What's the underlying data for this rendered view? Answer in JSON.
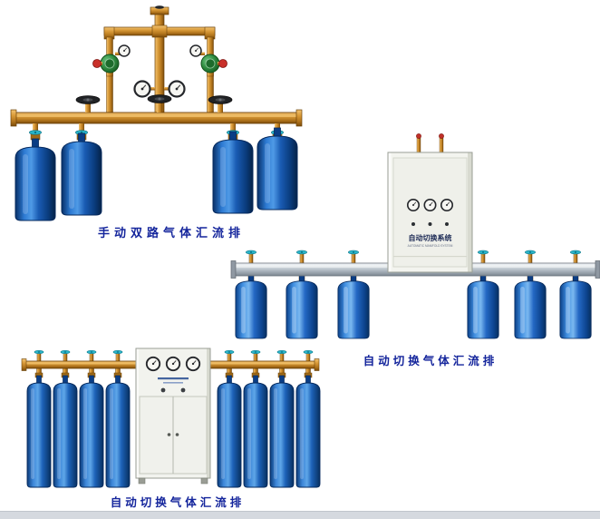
{
  "page": {
    "background_color": "#ffffff",
    "bottom_strip_color": "#d5d9df"
  },
  "products": [
    {
      "id": "manual-dual-line-gas-manifold",
      "caption": "手动双路气体汇流排",
      "cylinders": 4,
      "regulators": 2,
      "gauges": 4,
      "header_valves": 3
    },
    {
      "id": "automatic-switchover-gas-manifold",
      "caption": "自动切换气体汇流排",
      "cylinders": 6,
      "cabinet": {
        "label": "自动切换系统",
        "sublabel": "AUTOMATIC MANIFOLD SYSTEM",
        "gauges": 3,
        "indicator_lights": 3
      }
    },
    {
      "id": "automatic-switchover-gas-manifold-cabinet",
      "caption": "自动切换气体汇流排",
      "cylinders": 8,
      "cabinet": {
        "gauges": 3,
        "doors": 2
      }
    }
  ],
  "colors": {
    "caption_text": "#14259c",
    "cylinder_blue": "#1a5cb4",
    "cylinder_bright_blue": "#3f8ee0",
    "brass_pipe": "#c8862a",
    "rail_silver": "#b9c2c9",
    "valve_wheel_teal": "#29b4c8",
    "regulator_green": "#2e8b40",
    "red_knob": "#c9302a",
    "cabinet_body": "#f3f4ef"
  }
}
